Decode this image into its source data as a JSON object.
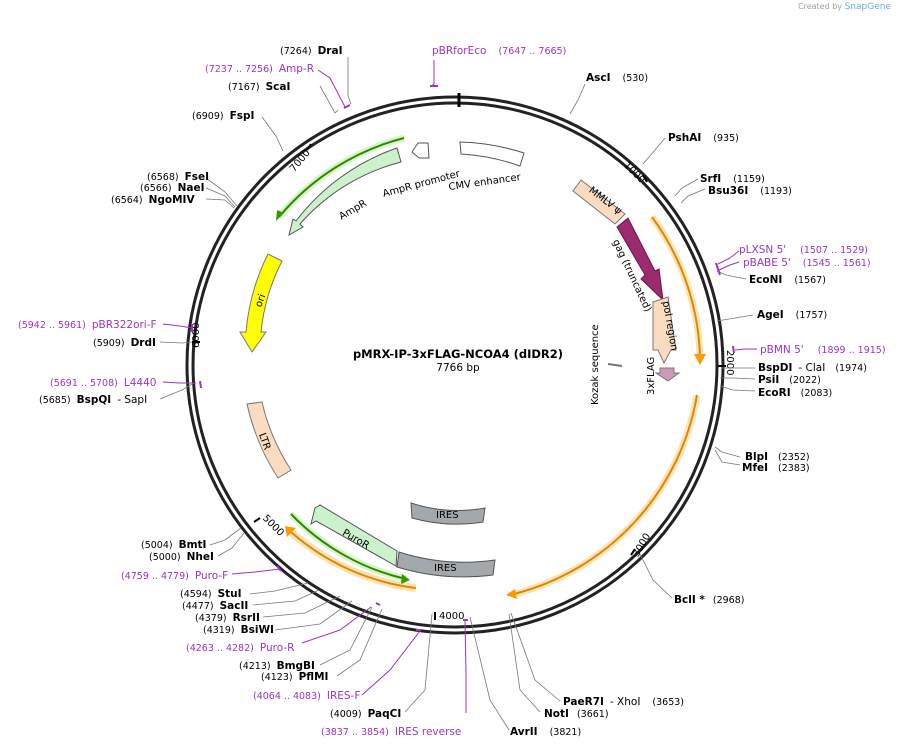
{
  "credit": {
    "prefix": "Created by",
    "brand": "SnapGene"
  },
  "plasmid": {
    "name": "pMRX-IP-3xFLAG-NCOA4 (dIDR2)",
    "length_text": "7766 bp"
  },
  "ticks": [
    "1000",
    "2000",
    "3000",
    "4000",
    "5000",
    "6000",
    "7000"
  ],
  "features": {
    "cmv": "CMV enhancer",
    "mmlv": "MMLV ψ",
    "gag": "gag (truncated)",
    "pol": "pol region",
    "kozak": "Kozak sequence",
    "flag": "3xFLAG",
    "ires1": "IRES",
    "ires2": "IRES",
    "puror": "PuroR",
    "ltr": "LTR",
    "ori": "ori",
    "ampr": "AmpR",
    "amprp": "AmpR promoter"
  },
  "enzymes": [
    {
      "name": "DraI",
      "pos": "(7264)"
    },
    {
      "name": "ScaI",
      "pos": "(7167)"
    },
    {
      "name": "FspI",
      "pos": "(6909)"
    },
    {
      "name": "FseI",
      "pos": "(6568)"
    },
    {
      "name": "NaeI",
      "pos": "(6566)"
    },
    {
      "name": "NgoMIV",
      "pos": "(6564)"
    },
    {
      "name": "DrdI",
      "pos": "(5909)"
    },
    {
      "name": "BspQI",
      "pos": "(5685)",
      "extra": "- SapI"
    },
    {
      "name": "BmtI",
      "pos": "(5004)"
    },
    {
      "name": "NheI",
      "pos": "(5000)"
    },
    {
      "name": "StuI",
      "pos": "(4594)"
    },
    {
      "name": "SacII",
      "pos": "(4477)"
    },
    {
      "name": "RsrII",
      "pos": "(4379)"
    },
    {
      "name": "BsiWI",
      "pos": "(4319)"
    },
    {
      "name": "BmgBI",
      "pos": "(4213)"
    },
    {
      "name": "PflMI",
      "pos": "(4123)"
    },
    {
      "name": "PaqCI",
      "pos": "(4009)"
    },
    {
      "name": "AvrII",
      "pos": "(3821)"
    },
    {
      "name": "NotI",
      "pos": "(3661)"
    },
    {
      "name": "PaeR7I",
      "pos": "(3653)",
      "extra": "- XhoI"
    },
    {
      "name": "BclI *",
      "pos": "(2968)"
    },
    {
      "name": "MfeI",
      "pos": "(2383)"
    },
    {
      "name": "BlpI",
      "pos": "(2352)"
    },
    {
      "name": "EcoRI",
      "pos": "(2083)"
    },
    {
      "name": "PsiI",
      "pos": "(2022)"
    },
    {
      "name": "BspDI",
      "pos": "(1974)",
      "extra": "- ClaI"
    },
    {
      "name": "AgeI",
      "pos": "(1757)"
    },
    {
      "name": "EcoNI",
      "pos": "(1567)"
    },
    {
      "name": "Bsu36I",
      "pos": "(1193)"
    },
    {
      "name": "SrfI",
      "pos": "(1159)"
    },
    {
      "name": "PshAI",
      "pos": "(935)"
    },
    {
      "name": "AscI",
      "pos": "(530)"
    }
  ],
  "primers": [
    {
      "name": "pBRforEco",
      "range": "(7647 .. 7665)"
    },
    {
      "name": "Amp-R",
      "range": "(7237 .. 7256)"
    },
    {
      "name": "pBR322ori-F",
      "range": "(5942 .. 5961)"
    },
    {
      "name": "L4440",
      "range": "(5691 .. 5708)"
    },
    {
      "name": "Puro-F",
      "range": "(4759 .. 4779)"
    },
    {
      "name": "Puro-R",
      "range": "(4263 .. 4282)"
    },
    {
      "name": "IRES-F",
      "range": "(4064 .. 4083)"
    },
    {
      "name": "IRES reverse",
      "range": "(3837 .. 3854)"
    },
    {
      "name": "pLXSN 5'",
      "range": "(1507 .. 1529)"
    },
    {
      "name": "pBABE 5'",
      "range": "(1545 .. 1561)"
    },
    {
      "name": "pBMN 5'",
      "range": "(1899 .. 1915)"
    }
  ],
  "colors": {
    "mmlv": "#fbdcc0",
    "gag": "#9b2a6e",
    "pol": "#fbdcc0",
    "flag": "#cc99bb",
    "ires": "#a3a8ad",
    "puror": "#ccf2cc",
    "ltr": "#fbdcc0",
    "ori": "#ffff00",
    "ampr": "#ccf2cc",
    "orange": "#ffa500",
    "green": "#339900",
    "primer": "#9933cc"
  }
}
